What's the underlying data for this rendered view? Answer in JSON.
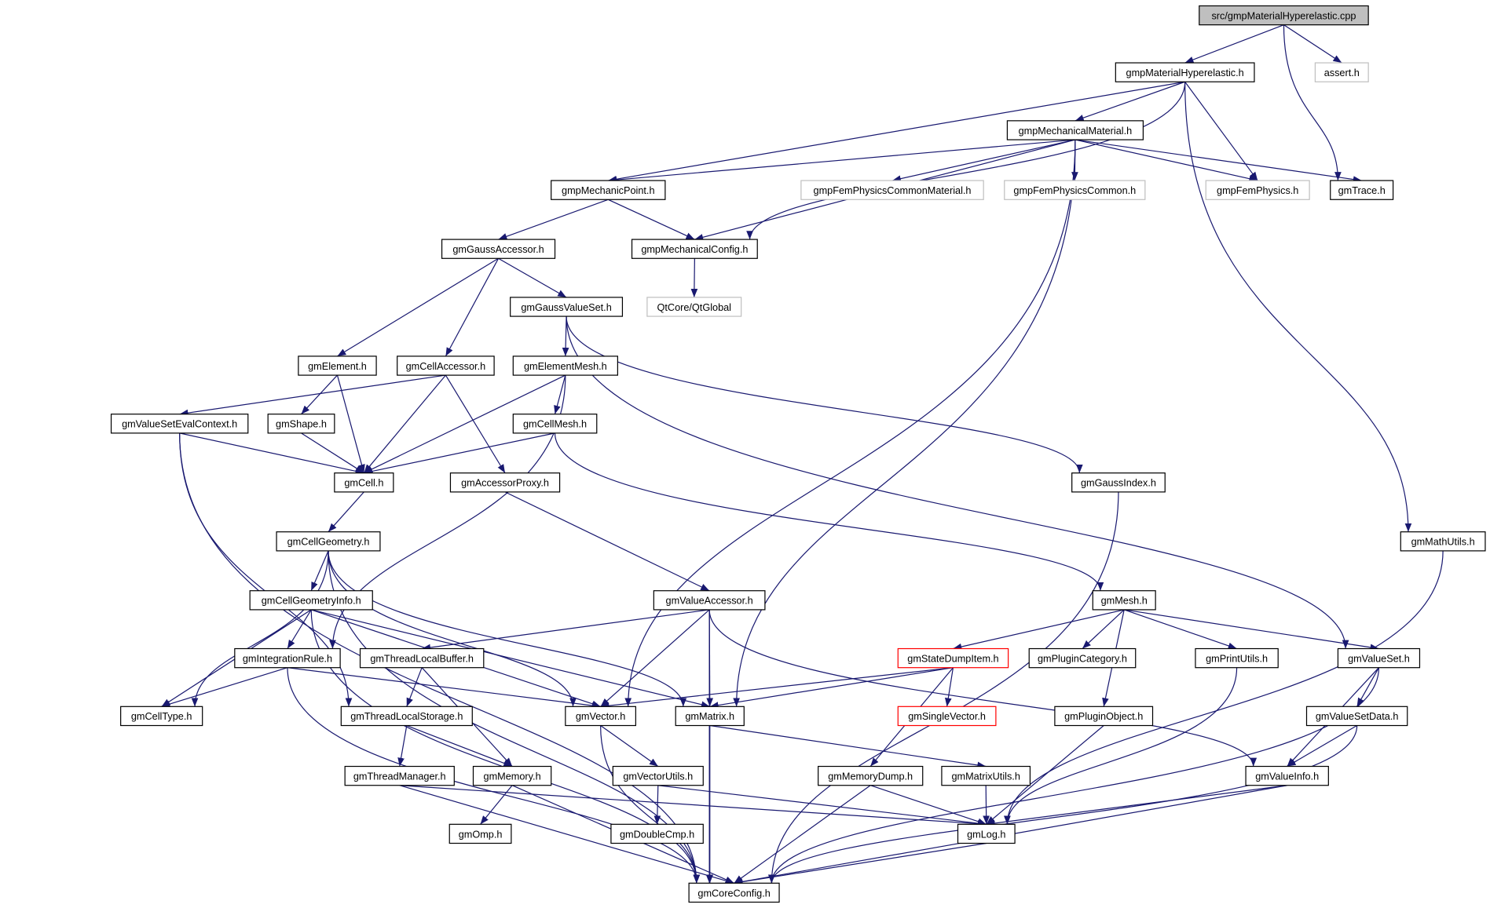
{
  "colors": {
    "edge": "#191970",
    "node_border": "#000000",
    "root_fill": "#bfbfbf",
    "external_border": "#bfbfbf",
    "missing_border": "#ff0000"
  },
  "nodes": [
    {
      "id": "root",
      "label": "src/gmpMaterialHyperelastic.cpp",
      "kind": "root"
    },
    {
      "id": "assert",
      "label": "assert.h",
      "kind": "external"
    },
    {
      "id": "mh",
      "label": "gmpMaterialHyperelastic.h",
      "kind": "normal"
    },
    {
      "id": "mm",
      "label": "gmpMechanicalMaterial.h",
      "kind": "normal"
    },
    {
      "id": "mp",
      "label": "gmpMechanicPoint.h",
      "kind": "normal"
    },
    {
      "id": "fpcm",
      "label": "gmpFemPhysicsCommonMaterial.h",
      "kind": "external"
    },
    {
      "id": "fpc",
      "label": "gmpFemPhysicsCommon.h",
      "kind": "external"
    },
    {
      "id": "fp",
      "label": "gmpFemPhysics.h",
      "kind": "external"
    },
    {
      "id": "trace",
      "label": "gmTrace.h",
      "kind": "normal"
    },
    {
      "id": "ga",
      "label": "gmGaussAccessor.h",
      "kind": "normal"
    },
    {
      "id": "mc",
      "label": "gmpMechanicalConfig.h",
      "kind": "normal"
    },
    {
      "id": "qt",
      "label": "QtCore/QtGlobal",
      "kind": "external"
    },
    {
      "id": "gvs",
      "label": "gmGaussValueSet.h",
      "kind": "normal"
    },
    {
      "id": "elem",
      "label": "gmElement.h",
      "kind": "normal"
    },
    {
      "id": "ca",
      "label": "gmCellAccessor.h",
      "kind": "normal"
    },
    {
      "id": "em",
      "label": "gmElementMesh.h",
      "kind": "normal"
    },
    {
      "id": "vsec",
      "label": "gmValueSetEvalContext.h",
      "kind": "normal"
    },
    {
      "id": "shape",
      "label": "gmShape.h",
      "kind": "normal"
    },
    {
      "id": "cm",
      "label": "gmCellMesh.h",
      "kind": "normal"
    },
    {
      "id": "cell",
      "label": "gmCell.h",
      "kind": "normal"
    },
    {
      "id": "ap",
      "label": "gmAccessorProxy.h",
      "kind": "normal"
    },
    {
      "id": "gi",
      "label": "gmGaussIndex.h",
      "kind": "normal"
    },
    {
      "id": "math",
      "label": "gmMathUtils.h",
      "kind": "normal"
    },
    {
      "id": "cg",
      "label": "gmCellGeometry.h",
      "kind": "normal"
    },
    {
      "id": "cgi",
      "label": "gmCellGeometryInfo.h",
      "kind": "normal"
    },
    {
      "id": "va",
      "label": "gmValueAccessor.h",
      "kind": "normal"
    },
    {
      "id": "mesh",
      "label": "gmMesh.h",
      "kind": "normal"
    },
    {
      "id": "ir",
      "label": "gmIntegrationRule.h",
      "kind": "normal"
    },
    {
      "id": "tlb",
      "label": "gmThreadLocalBuffer.h",
      "kind": "normal"
    },
    {
      "id": "sdi",
      "label": "gmStateDumpItem.h",
      "kind": "missing"
    },
    {
      "id": "pc",
      "label": "gmPluginCategory.h",
      "kind": "normal"
    },
    {
      "id": "pu",
      "label": "gmPrintUtils.h",
      "kind": "normal"
    },
    {
      "id": "vs",
      "label": "gmValueSet.h",
      "kind": "normal"
    },
    {
      "id": "ct",
      "label": "gmCellType.h",
      "kind": "normal"
    },
    {
      "id": "tls",
      "label": "gmThreadLocalStorage.h",
      "kind": "normal"
    },
    {
      "id": "vec",
      "label": "gmVector.h",
      "kind": "normal"
    },
    {
      "id": "mat",
      "label": "gmMatrix.h",
      "kind": "normal"
    },
    {
      "id": "sv",
      "label": "gmSingleVector.h",
      "kind": "missing"
    },
    {
      "id": "po",
      "label": "gmPluginObject.h",
      "kind": "normal"
    },
    {
      "id": "vsd",
      "label": "gmValueSetData.h",
      "kind": "normal"
    },
    {
      "id": "tm",
      "label": "gmThreadManager.h",
      "kind": "normal"
    },
    {
      "id": "mem",
      "label": "gmMemory.h",
      "kind": "normal"
    },
    {
      "id": "vu",
      "label": "gmVectorUtils.h",
      "kind": "normal"
    },
    {
      "id": "md",
      "label": "gmMemoryDump.h",
      "kind": "normal"
    },
    {
      "id": "mu",
      "label": "gmMatrixUtils.h",
      "kind": "normal"
    },
    {
      "id": "vi",
      "label": "gmValueInfo.h",
      "kind": "normal"
    },
    {
      "id": "omp",
      "label": "gmOmp.h",
      "kind": "normal"
    },
    {
      "id": "dc",
      "label": "gmDoubleCmp.h",
      "kind": "normal"
    },
    {
      "id": "log",
      "label": "gmLog.h",
      "kind": "normal"
    },
    {
      "id": "core",
      "label": "gmCoreConfig.h",
      "kind": "normal"
    }
  ],
  "edges": [
    [
      "root",
      "mh"
    ],
    [
      "root",
      "assert"
    ],
    [
      "root",
      "trace"
    ],
    [
      "mh",
      "mm"
    ],
    [
      "mh",
      "mp"
    ],
    [
      "mh",
      "mc"
    ],
    [
      "mh",
      "fp"
    ],
    [
      "mh",
      "math"
    ],
    [
      "mm",
      "mp"
    ],
    [
      "mm",
      "fpcm"
    ],
    [
      "mm",
      "fpc"
    ],
    [
      "mm",
      "fp"
    ],
    [
      "mm",
      "trace"
    ],
    [
      "mm",
      "mc"
    ],
    [
      "mm",
      "vec"
    ],
    [
      "mm",
      "mat"
    ],
    [
      "mp",
      "ga"
    ],
    [
      "mp",
      "mc"
    ],
    [
      "mc",
      "qt"
    ],
    [
      "ga",
      "elem"
    ],
    [
      "ga",
      "ca"
    ],
    [
      "ga",
      "gvs"
    ],
    [
      "gvs",
      "em"
    ],
    [
      "gvs",
      "gi"
    ],
    [
      "gvs",
      "vs"
    ],
    [
      "elem",
      "shape"
    ],
    [
      "elem",
      "cell"
    ],
    [
      "ca",
      "vsec"
    ],
    [
      "ca",
      "cell"
    ],
    [
      "ca",
      "ap"
    ],
    [
      "em",
      "cm"
    ],
    [
      "em",
      "cell"
    ],
    [
      "em",
      "ir"
    ],
    [
      "vsec",
      "cell"
    ],
    [
      "vsec",
      "tls"
    ],
    [
      "vsec",
      "core"
    ],
    [
      "shape",
      "cell"
    ],
    [
      "cm",
      "cell"
    ],
    [
      "cm",
      "mesh"
    ],
    [
      "cell",
      "cg"
    ],
    [
      "ap",
      "va"
    ],
    [
      "gi",
      "core"
    ],
    [
      "math",
      "log"
    ],
    [
      "cg",
      "cgi"
    ],
    [
      "cg",
      "ct"
    ],
    [
      "cg",
      "vec"
    ],
    [
      "cg",
      "mat"
    ],
    [
      "cg",
      "core"
    ],
    [
      "cgi",
      "ir"
    ],
    [
      "cgi",
      "ct"
    ],
    [
      "cgi",
      "vec"
    ],
    [
      "cgi",
      "mat"
    ],
    [
      "cgi",
      "core"
    ],
    [
      "va",
      "tlb"
    ],
    [
      "va",
      "vec"
    ],
    [
      "va",
      "mat"
    ],
    [
      "va",
      "core"
    ],
    [
      "va",
      "vi"
    ],
    [
      "mesh",
      "sdi"
    ],
    [
      "mesh",
      "pc"
    ],
    [
      "mesh",
      "po"
    ],
    [
      "mesh",
      "pu"
    ],
    [
      "mesh",
      "vs"
    ],
    [
      "ir",
      "ct"
    ],
    [
      "ir",
      "vec"
    ],
    [
      "ir",
      "core"
    ],
    [
      "tlb",
      "tls"
    ],
    [
      "tlb",
      "mem"
    ],
    [
      "sdi",
      "sv"
    ],
    [
      "sdi",
      "vec"
    ],
    [
      "sdi",
      "mat"
    ],
    [
      "sdi",
      "md"
    ],
    [
      "pu",
      "log"
    ],
    [
      "po",
      "log"
    ],
    [
      "vs",
      "vsd"
    ],
    [
      "vs",
      "vi"
    ],
    [
      "vs",
      "core"
    ],
    [
      "tls",
      "tm"
    ],
    [
      "tls",
      "mem"
    ],
    [
      "vec",
      "vu"
    ],
    [
      "vec",
      "core"
    ],
    [
      "mat",
      "mu"
    ],
    [
      "mat",
      "core"
    ],
    [
      "vsd",
      "vi"
    ],
    [
      "vsd",
      "core"
    ],
    [
      "tm",
      "log"
    ],
    [
      "tm",
      "core"
    ],
    [
      "mem",
      "omp"
    ],
    [
      "mem",
      "core"
    ],
    [
      "vu",
      "dc"
    ],
    [
      "vu",
      "log"
    ],
    [
      "md",
      "log"
    ],
    [
      "md",
      "core"
    ],
    [
      "mu",
      "log"
    ],
    [
      "vi",
      "log"
    ],
    [
      "vi",
      "core"
    ],
    [
      "log",
      "core"
    ]
  ]
}
